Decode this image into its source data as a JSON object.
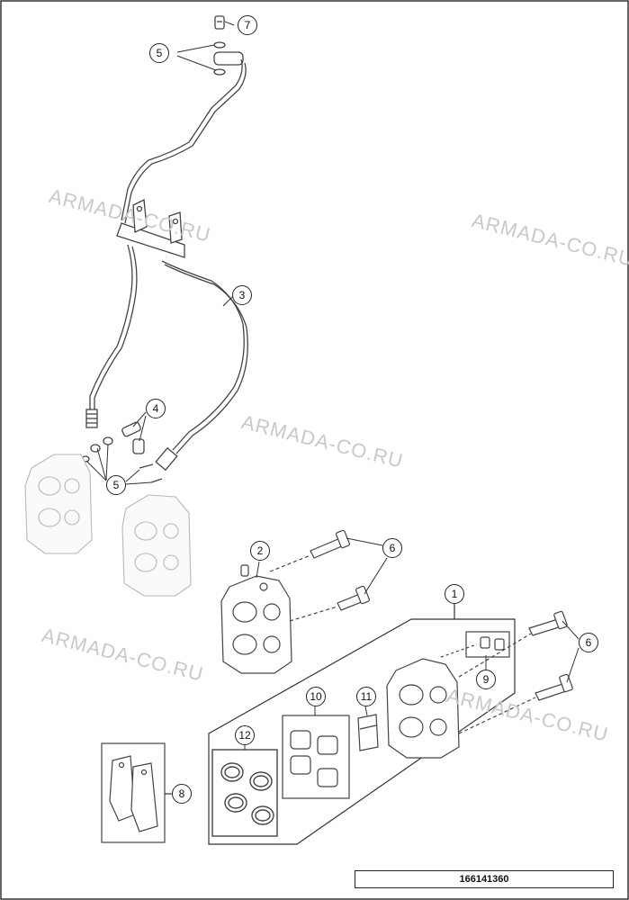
{
  "watermarks": [
    {
      "text": "ARMADA-CO.RU"
    },
    {
      "text": "ARMADA-CO.RU"
    },
    {
      "text": "ARMADA-CO.RU"
    },
    {
      "text": "ARMADA-CO.RU"
    },
    {
      "text": "ARMADA-CO.RU"
    }
  ],
  "callouts": {
    "c1": "1",
    "c2": "2",
    "c3": "3",
    "c4": "4",
    "c5a": "5",
    "c5b": "5",
    "c6a": "6",
    "c6b": "6",
    "c7": "7",
    "c8": "8",
    "c9": "9",
    "c10": "10",
    "c11": "11",
    "c12": "12"
  },
  "part_number": "166141360",
  "colors": {
    "line": "#333333",
    "ghost": "#b8b8b8",
    "watermark": "#c9c9c9"
  }
}
